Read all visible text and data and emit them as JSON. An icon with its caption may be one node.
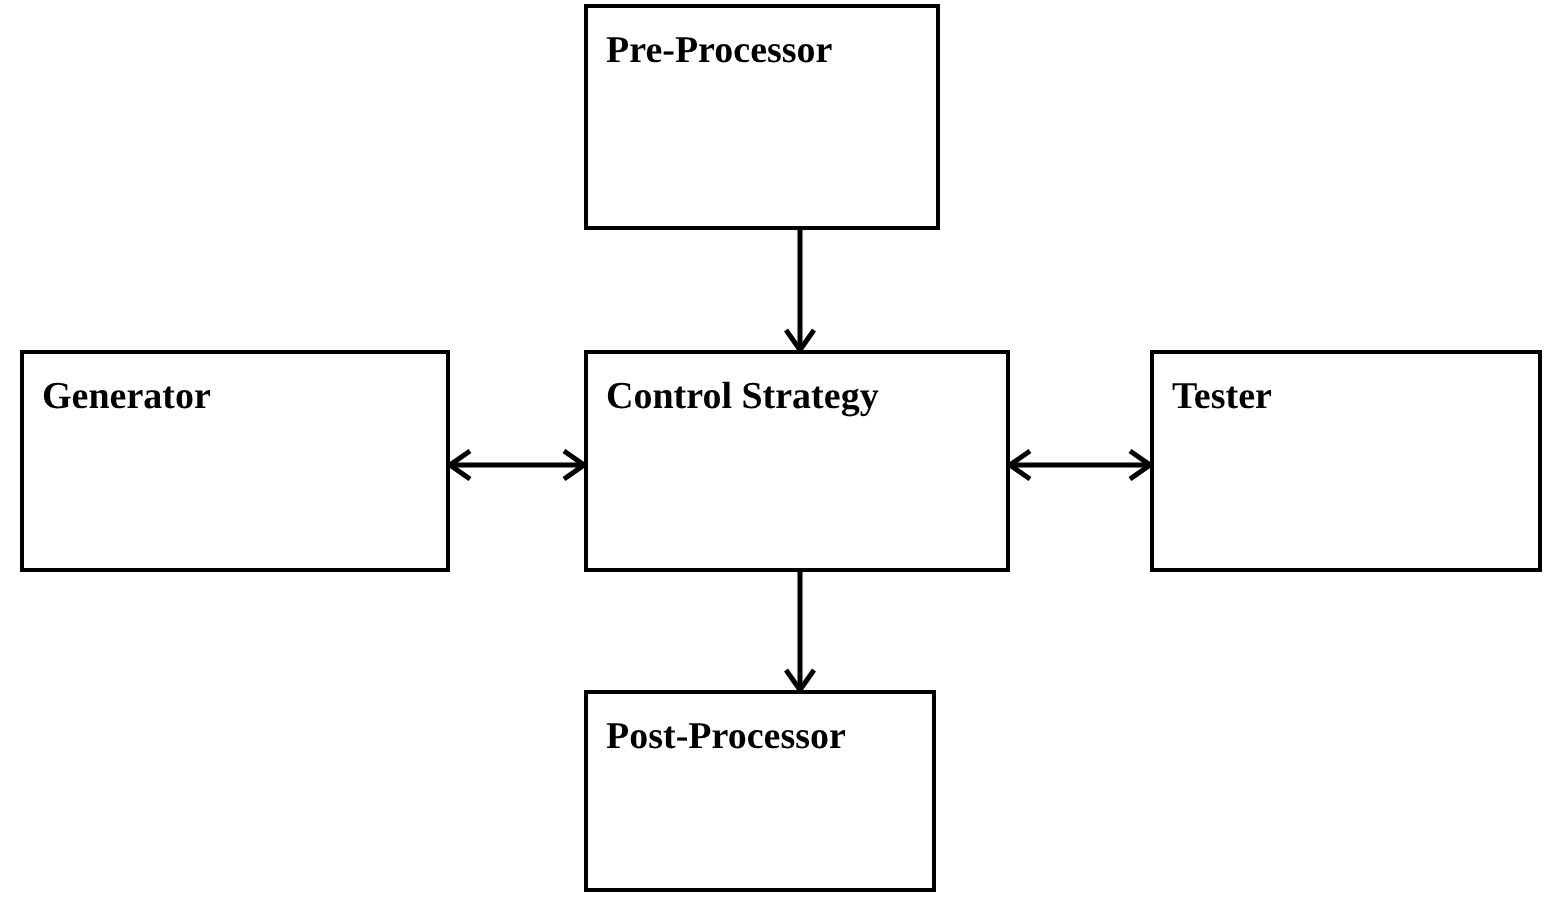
{
  "diagram": {
    "nodes": [
      {
        "text": [
          "Pre-Processor"
        ]
      },
      {
        "text": [
          "Generator"
        ]
      },
      {
        "text": [
          "Control Strategy"
        ]
      },
      {
        "text": [
          "Tester"
        ]
      },
      {
        "text": [
          "Post-Processor"
        ]
      }
    ],
    "edges": [
      {
        "from": 0,
        "to": 2,
        "arrow": "to"
      },
      {
        "from": 1,
        "to": 2,
        "arrow": "both"
      },
      {
        "from": 2,
        "to": 3,
        "arrow": "both"
      },
      {
        "from": 2,
        "to": 4,
        "arrow": "to"
      }
    ]
  }
}
